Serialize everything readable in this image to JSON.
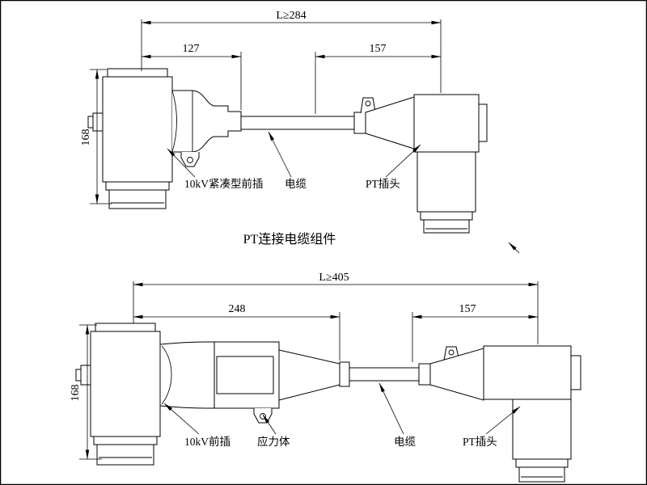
{
  "colors": {
    "background": "#ffffff",
    "line": "#000000"
  },
  "assembly_top": {
    "caption": "PT连接电缆组件",
    "dim_overall": "L≥284",
    "dim_front_plug": "127",
    "dim_pt_plug": "157",
    "dim_height": "168",
    "label_front_plug": "10kV紧凑型前插",
    "label_cable": "电缆",
    "label_pt_plug": "PT插头"
  },
  "assembly_bottom": {
    "dim_overall": "L≥405",
    "dim_front_plug": "248",
    "dim_pt_plug": "157",
    "dim_height": "168",
    "label_front_plug": "10kV前插",
    "label_stress_cone": "应力体",
    "label_cable": "电缆",
    "label_pt_plug": "PT插头"
  }
}
